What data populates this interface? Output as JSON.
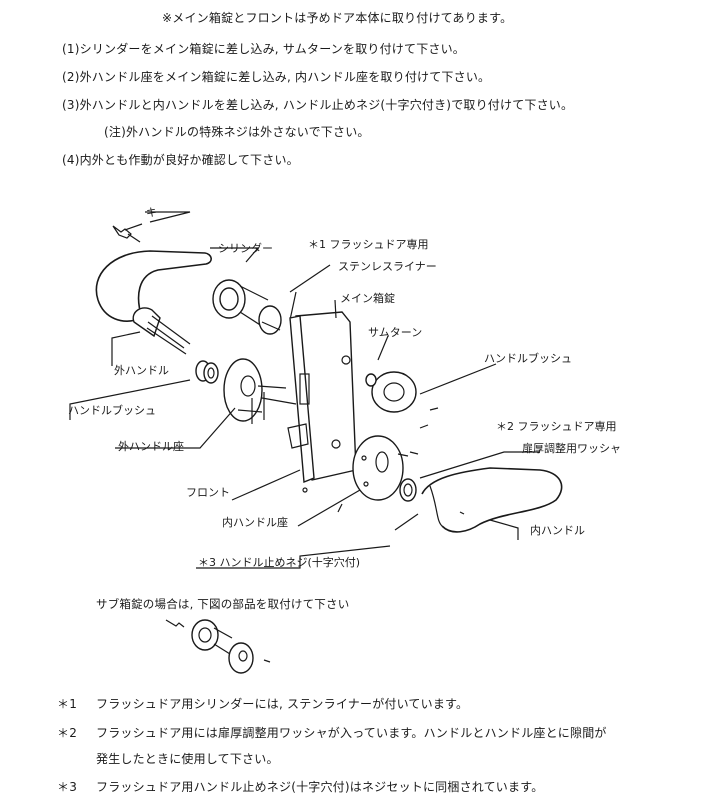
{
  "header_note": "※メイン箱錠とフロントは予めドア本体に取り付けてあります。",
  "steps": [
    "(1)シリンダーをメイン箱錠に差し込み, サムターンを取り付けて下さい。",
    "(2)外ハンドル座をメイン箱錠に差し込み, 内ハンドル座を取り付けて下さい。",
    "(3)外ハンドルと内ハンドルを差し込み, ハンドル止めネジ(十字穴付き)で取り付けて下さい。",
    "(注)外ハンドルの特殊ネジは外さないで下さい。",
    "(4)内外とも作動が良好か確認して下さい。"
  ],
  "diagram_labels": {
    "key": "キー",
    "cylinder": "シリンダー",
    "flush_note_1_line1": "＊1 フラッシュドア専用",
    "flush_note_1_line2": "ステンレスライナー",
    "main_lock": "メイン箱錠",
    "thumb_turn": "サムターン",
    "handle_bush_right": "ハンドルブッシュ",
    "flush_note_2_line1": "＊2 フラッシュドア専用",
    "flush_note_2_line2": "扉厚調整用ワッシャ",
    "outer_handle": "外ハンドル",
    "handle_bush_left": "ハンドルブッシュ",
    "outer_handle_seat": "外ハンドル座",
    "front": "フロント",
    "inner_handle_seat": "内ハンドル座",
    "inner_handle": "内ハンドル",
    "screw_note_3": "＊3 ハンドル止めネジ(十字穴付)"
  },
  "sub_lock_note": "サブ箱錠の場合は, 下図の部品を取付けて下さい",
  "footnotes": [
    {
      "mark": "＊1",
      "text": "フラッシュドア用シリンダーには, ステンライナーが付いています。"
    },
    {
      "mark": "＊2",
      "text": "フラッシュドア用には扉厚調整用ワッシャが入っています。ハンドルとハンドル座とに隙間が"
    },
    {
      "mark": "",
      "text": "発生したときに使用して下さい。"
    },
    {
      "mark": "＊3",
      "text": "フラッシュドア用ハンドル止めネジ(十字穴付)はネジセットに同梱されています。"
    }
  ]
}
